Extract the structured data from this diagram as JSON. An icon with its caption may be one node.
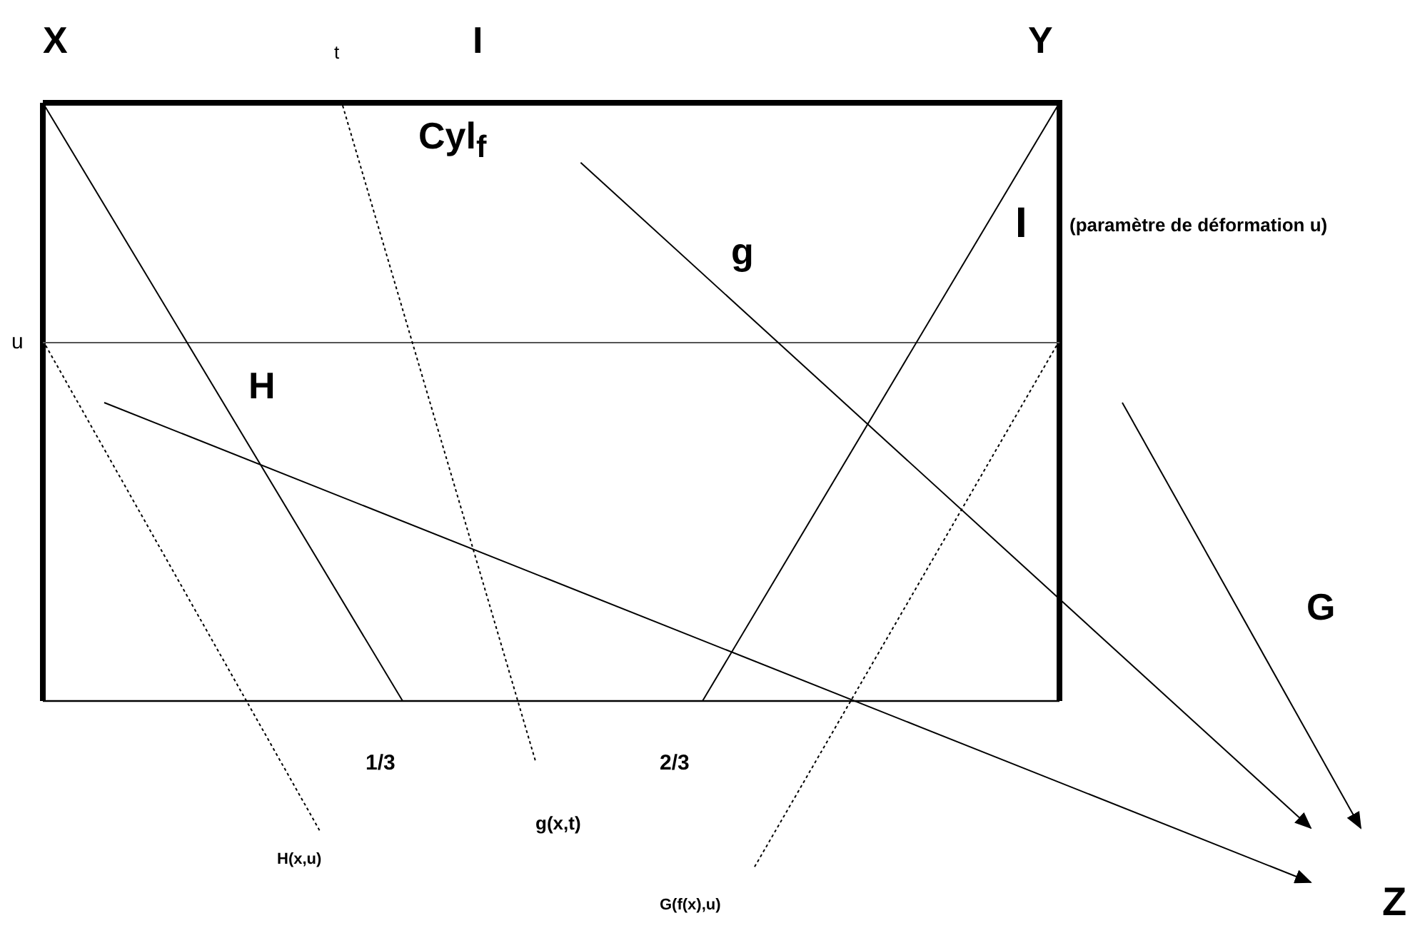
{
  "diagram": {
    "nodes": [
      {
        "text": [
          "Cyl$_{f}$"
        ]
      },
      {
        "text": [
          "Z"
        ]
      }
    ],
    "edges": [
      {
        "from": 0,
        "to": 1,
        "arrow": "to",
        "label": "g"
      },
      {
        "from": null,
        "to": 1,
        "arrow": "to",
        "label": "H"
      },
      {
        "from": null,
        "to": 1,
        "arrow": "to",
        "label": "G"
      }
    ],
    "labels": [
      "X",
      "t",
      "I",
      "Y",
      "I",
      "(paramètre de déformation u)",
      "u",
      "1/3",
      "2/3",
      "g(x,t)",
      "H(x,u)",
      "G(f(x),u)"
    ]
  }
}
